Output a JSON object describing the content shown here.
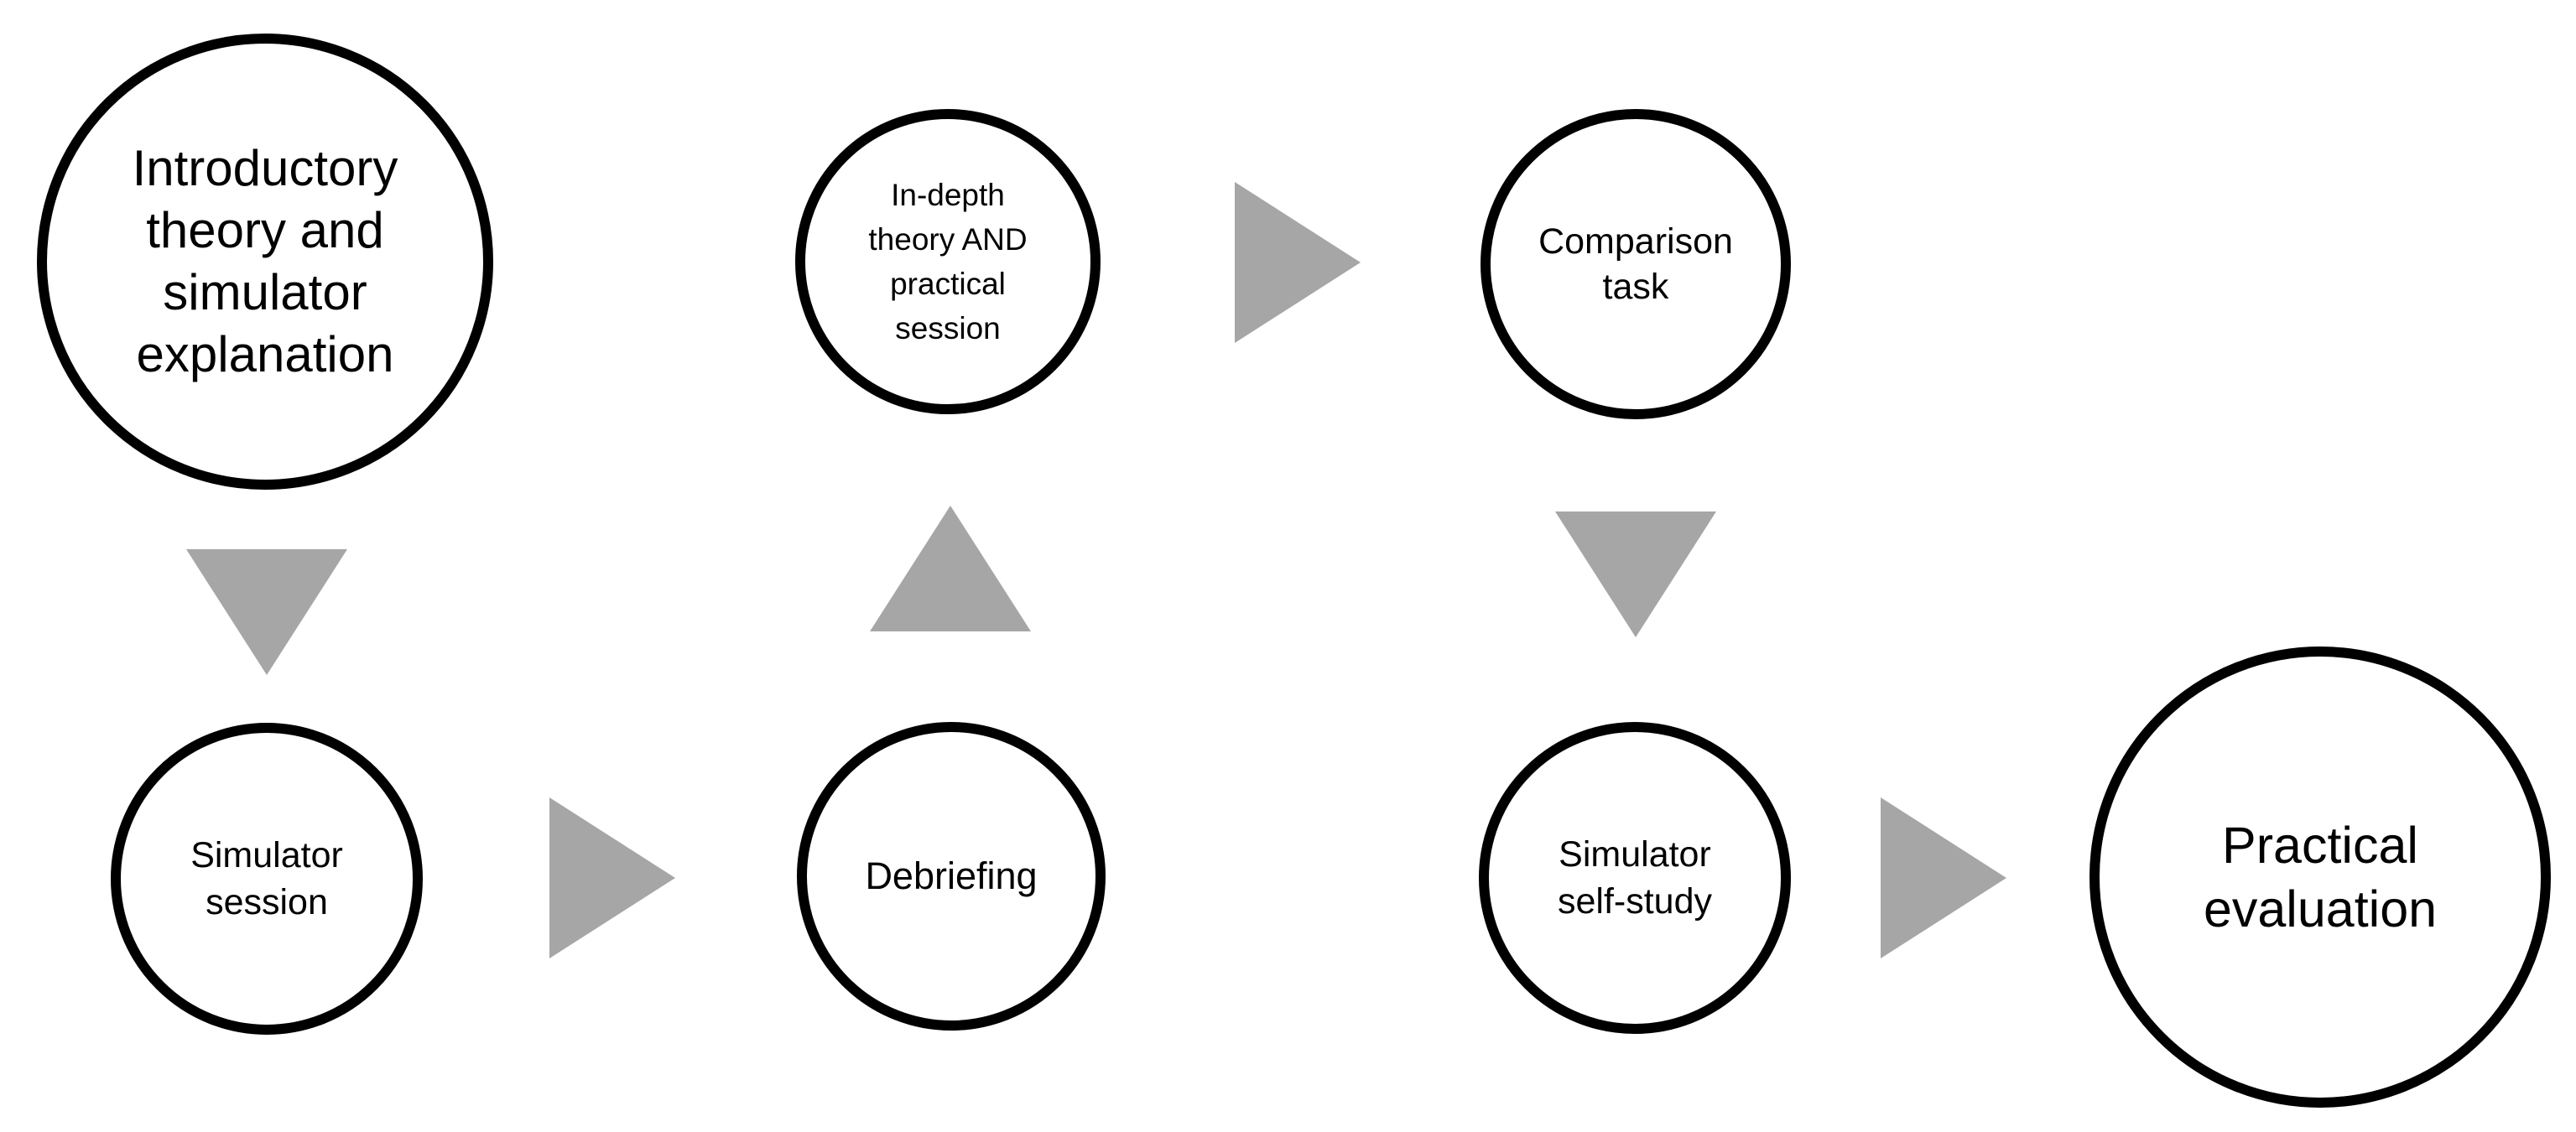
{
  "colors": {
    "background": "#ffffff",
    "node-fill": "#ffffff",
    "node-stroke": "#000000",
    "text": "#000000",
    "arrow": "#a6a6a6"
  },
  "diagram": {
    "type": "flowchart",
    "nodes": [
      {
        "id": "introductory-theory",
        "label": "Introductory\ntheory and\nsimulator\nexplanation"
      },
      {
        "id": "simulator-session",
        "label": "Simulator\nsession"
      },
      {
        "id": "debriefing",
        "label": "Debriefing"
      },
      {
        "id": "in-depth-theory",
        "label": "In-depth\ntheory AND\npractical\nsession"
      },
      {
        "id": "comparison-task",
        "label": "Comparison\ntask"
      },
      {
        "id": "simulator-self-study",
        "label": "Simulator\nself-study"
      },
      {
        "id": "practical-evaluation",
        "label": "Practical\nevaluation"
      }
    ],
    "edges": [
      {
        "from": "introductory-theory",
        "to": "simulator-session",
        "direction": "down"
      },
      {
        "from": "simulator-session",
        "to": "debriefing",
        "direction": "right"
      },
      {
        "from": "debriefing",
        "to": "in-depth-theory",
        "direction": "up"
      },
      {
        "from": "in-depth-theory",
        "to": "comparison-task",
        "direction": "right"
      },
      {
        "from": "comparison-task",
        "to": "simulator-self-study",
        "direction": "down"
      },
      {
        "from": "simulator-self-study",
        "to": "practical-evaluation",
        "direction": "right"
      }
    ]
  }
}
